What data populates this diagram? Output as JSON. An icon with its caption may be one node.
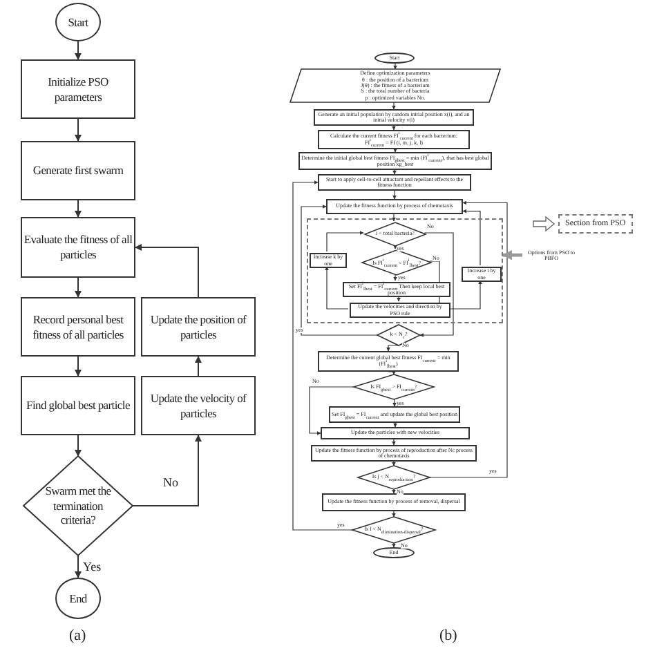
{
  "diagram": {
    "nodes": [
      {
        "text": [
          "Start"
        ]
      },
      {
        "text": [
          "Initialize PSO parameters"
        ]
      },
      {
        "text": [
          "Generate first swarm"
        ]
      },
      {
        "text": [
          "Evaluate the fitness of all particles"
        ]
      },
      {
        "text": [
          "Record personal best fitness of all particles"
        ]
      },
      {
        "text": [
          "Find global best particle"
        ]
      },
      {
        "text": [
          "Swarm met the termination criteria?"
        ]
      },
      {
        "text": [
          "End"
        ]
      },
      {
        "text": [
          "Update the position of particles"
        ]
      },
      {
        "text": [
          "Update the velocity of particles"
        ]
      },
      {
        "text": [
          "Start"
        ]
      },
      {
        "text": [
          "Define optimization parameters",
          "θ : the position of a bacterium",
          "J(θ) : the fitness of a bacterium",
          "S : the total number of bacteria",
          "p : optimized variables No."
        ]
      },
      {
        "text": [
          "Generate an initial population by random initial position x(i), and an initial velocity v(i)"
        ]
      },
      {
        "text": [
          "Calculate the current fitness FI$^{i}$$_{current}$ for each bacterium: FI$^{i}$$_{current}$ = FI (i, m, j, k, l)"
        ]
      },
      {
        "text": [
          "Determine the initial global best fitness FI$_{gbest}$ = min (FI$^{i}$$_{current}$), that has best global position xg_best"
        ]
      },
      {
        "text": [
          "Start to apply cell-to-cell attractant and repellant effects to the fitness function"
        ]
      },
      {
        "text": [
          "Update the fitness function by process of chemotaxis"
        ]
      },
      {
        "text": [],
        "shape": "box"
      },
      {
        "text": [
          "i < total bacteria?"
        ],
        "in": 17
      },
      {
        "text": [
          "Increase k by one"
        ],
        "in": 17
      },
      {
        "text": [
          "Is FI$^{i}$$_{current}$ < FI$^{i}$$_{lbest}$?"
        ],
        "in": 17
      },
      {
        "text": [
          "Set FI$^{i}$$_{lbest}$ = FI$^{i}$$_{current}$ Then keep local best position"
        ],
        "in": 17
      },
      {
        "text": [
          "Update the velocities and direction by PSO rule"
        ],
        "in": 17
      },
      {
        "text": [
          "Increase i by one"
        ],
        "in": 17
      },
      {
        "text": [
          "k < N$_{c}$?"
        ]
      },
      {
        "text": [
          "Options from PSO to PBFO"
        ]
      },
      {
        "text": [
          "Determine the current global best fitness FI$_{current}$ = min (FI$^{i}$$_{lbest}$)"
        ]
      },
      {
        "text": [
          "Is FI$_{gbest}$ > FI$_{current}$?"
        ]
      },
      {
        "text": [
          "Set FI$_{gbest}$ = FI$_{current}$ and update the global best position"
        ]
      },
      {
        "text": [
          "Update the particles with new velocities"
        ]
      },
      {
        "text": [
          "Update the fitness function by process of reproduction after Nc process of chemotaxis"
        ]
      },
      {
        "text": [
          "Is j < N$_{reproduction}$?"
        ]
      },
      {
        "text": [
          "Update the fitness function by process of removal, dispersal"
        ]
      },
      {
        "text": [
          "Is l < N$_{elimination-dispersal}$?"
        ]
      },
      {
        "text": [
          "End"
        ]
      }
    ],
    "edges": [
      {
        "from": 0,
        "to": 1,
        "arrow": "to"
      },
      {
        "from": 1,
        "to": 2,
        "arrow": "to"
      },
      {
        "from": 2,
        "to": 3,
        "arrow": "to"
      },
      {
        "from": 3,
        "to": 4,
        "arrow": "to"
      },
      {
        "from": 4,
        "to": 5,
        "arrow": "to"
      },
      {
        "from": 5,
        "to": 6,
        "arrow": "to"
      },
      {
        "from": 6,
        "to": 7,
        "arrow": "to",
        "label": "Yes"
      },
      {
        "from": 6,
        "to": 9,
        "arrow": "to",
        "label": "No"
      },
      {
        "from": 9,
        "to": 8,
        "arrow": "to"
      },
      {
        "from": 8,
        "to": 3,
        "arrow": "to"
      },
      {
        "from": 10,
        "to": 11,
        "arrow": "to"
      },
      {
        "from": 11,
        "to": 12,
        "arrow": "to"
      },
      {
        "from": 12,
        "to": 13,
        "arrow": "to"
      },
      {
        "from": 13,
        "to": 14,
        "arrow": "to"
      },
      {
        "from": 14,
        "to": 15,
        "arrow": "to"
      },
      {
        "from": 15,
        "to": 16,
        "arrow": "to"
      },
      {
        "from": 16,
        "to": 18,
        "arrow": "to"
      },
      {
        "from": 18,
        "to": 20,
        "arrow": "to",
        "label": "yes"
      },
      {
        "from": 18,
        "to": 24,
        "arrow": "to",
        "label": "No"
      },
      {
        "from": 20,
        "to": 21,
        "arrow": "to",
        "label": "yes"
      },
      {
        "from": 20,
        "to": 22,
        "arrow": "to",
        "label": "No"
      },
      {
        "from": 21,
        "to": 22,
        "arrow": "to"
      },
      {
        "from": 22,
        "to": 19,
        "arrow": "to"
      },
      {
        "from": 19,
        "to": 18,
        "arrow": "to"
      },
      {
        "from": 22,
        "to": 23,
        "arrow": "to"
      },
      {
        "from": 23,
        "to": 16,
        "arrow": "to"
      },
      {
        "from": 24,
        "to": 16,
        "arrow": "to",
        "label": "yes"
      },
      {
        "from": 24,
        "to": 26,
        "arrow": "to",
        "label": "No"
      },
      {
        "from": 26,
        "to": 27,
        "arrow": "to"
      },
      {
        "from": 27,
        "to": 28,
        "arrow": "to",
        "label": "yes"
      },
      {
        "from": 27,
        "to": 29,
        "arrow": "to",
        "label": "No"
      },
      {
        "from": 28,
        "to": 29,
        "arrow": "to"
      },
      {
        "from": 29,
        "to": 30,
        "arrow": "to"
      },
      {
        "from": 30,
        "to": 31,
        "arrow": "to"
      },
      {
        "from": 31,
        "to": 32,
        "arrow": "to",
        "label": "No"
      },
      {
        "from": 31,
        "to": 16,
        "arrow": "to",
        "label": "yes"
      },
      {
        "from": 32,
        "to": 33,
        "arrow": "to"
      },
      {
        "from": 33,
        "to": 15,
        "arrow": "to",
        "label": "yes"
      },
      {
        "from": 33,
        "to": 34,
        "arrow": "to",
        "label": "No"
      },
      {
        "from": 25,
        "to": 17,
        "arrow": "to",
        "style": "thick",
        "color": "#999999"
      }
    ],
    "labels": [
      "(a)",
      "(b)"
    ],
    "legend": [
      {
        "text": "Section from PSO"
      }
    ]
  }
}
